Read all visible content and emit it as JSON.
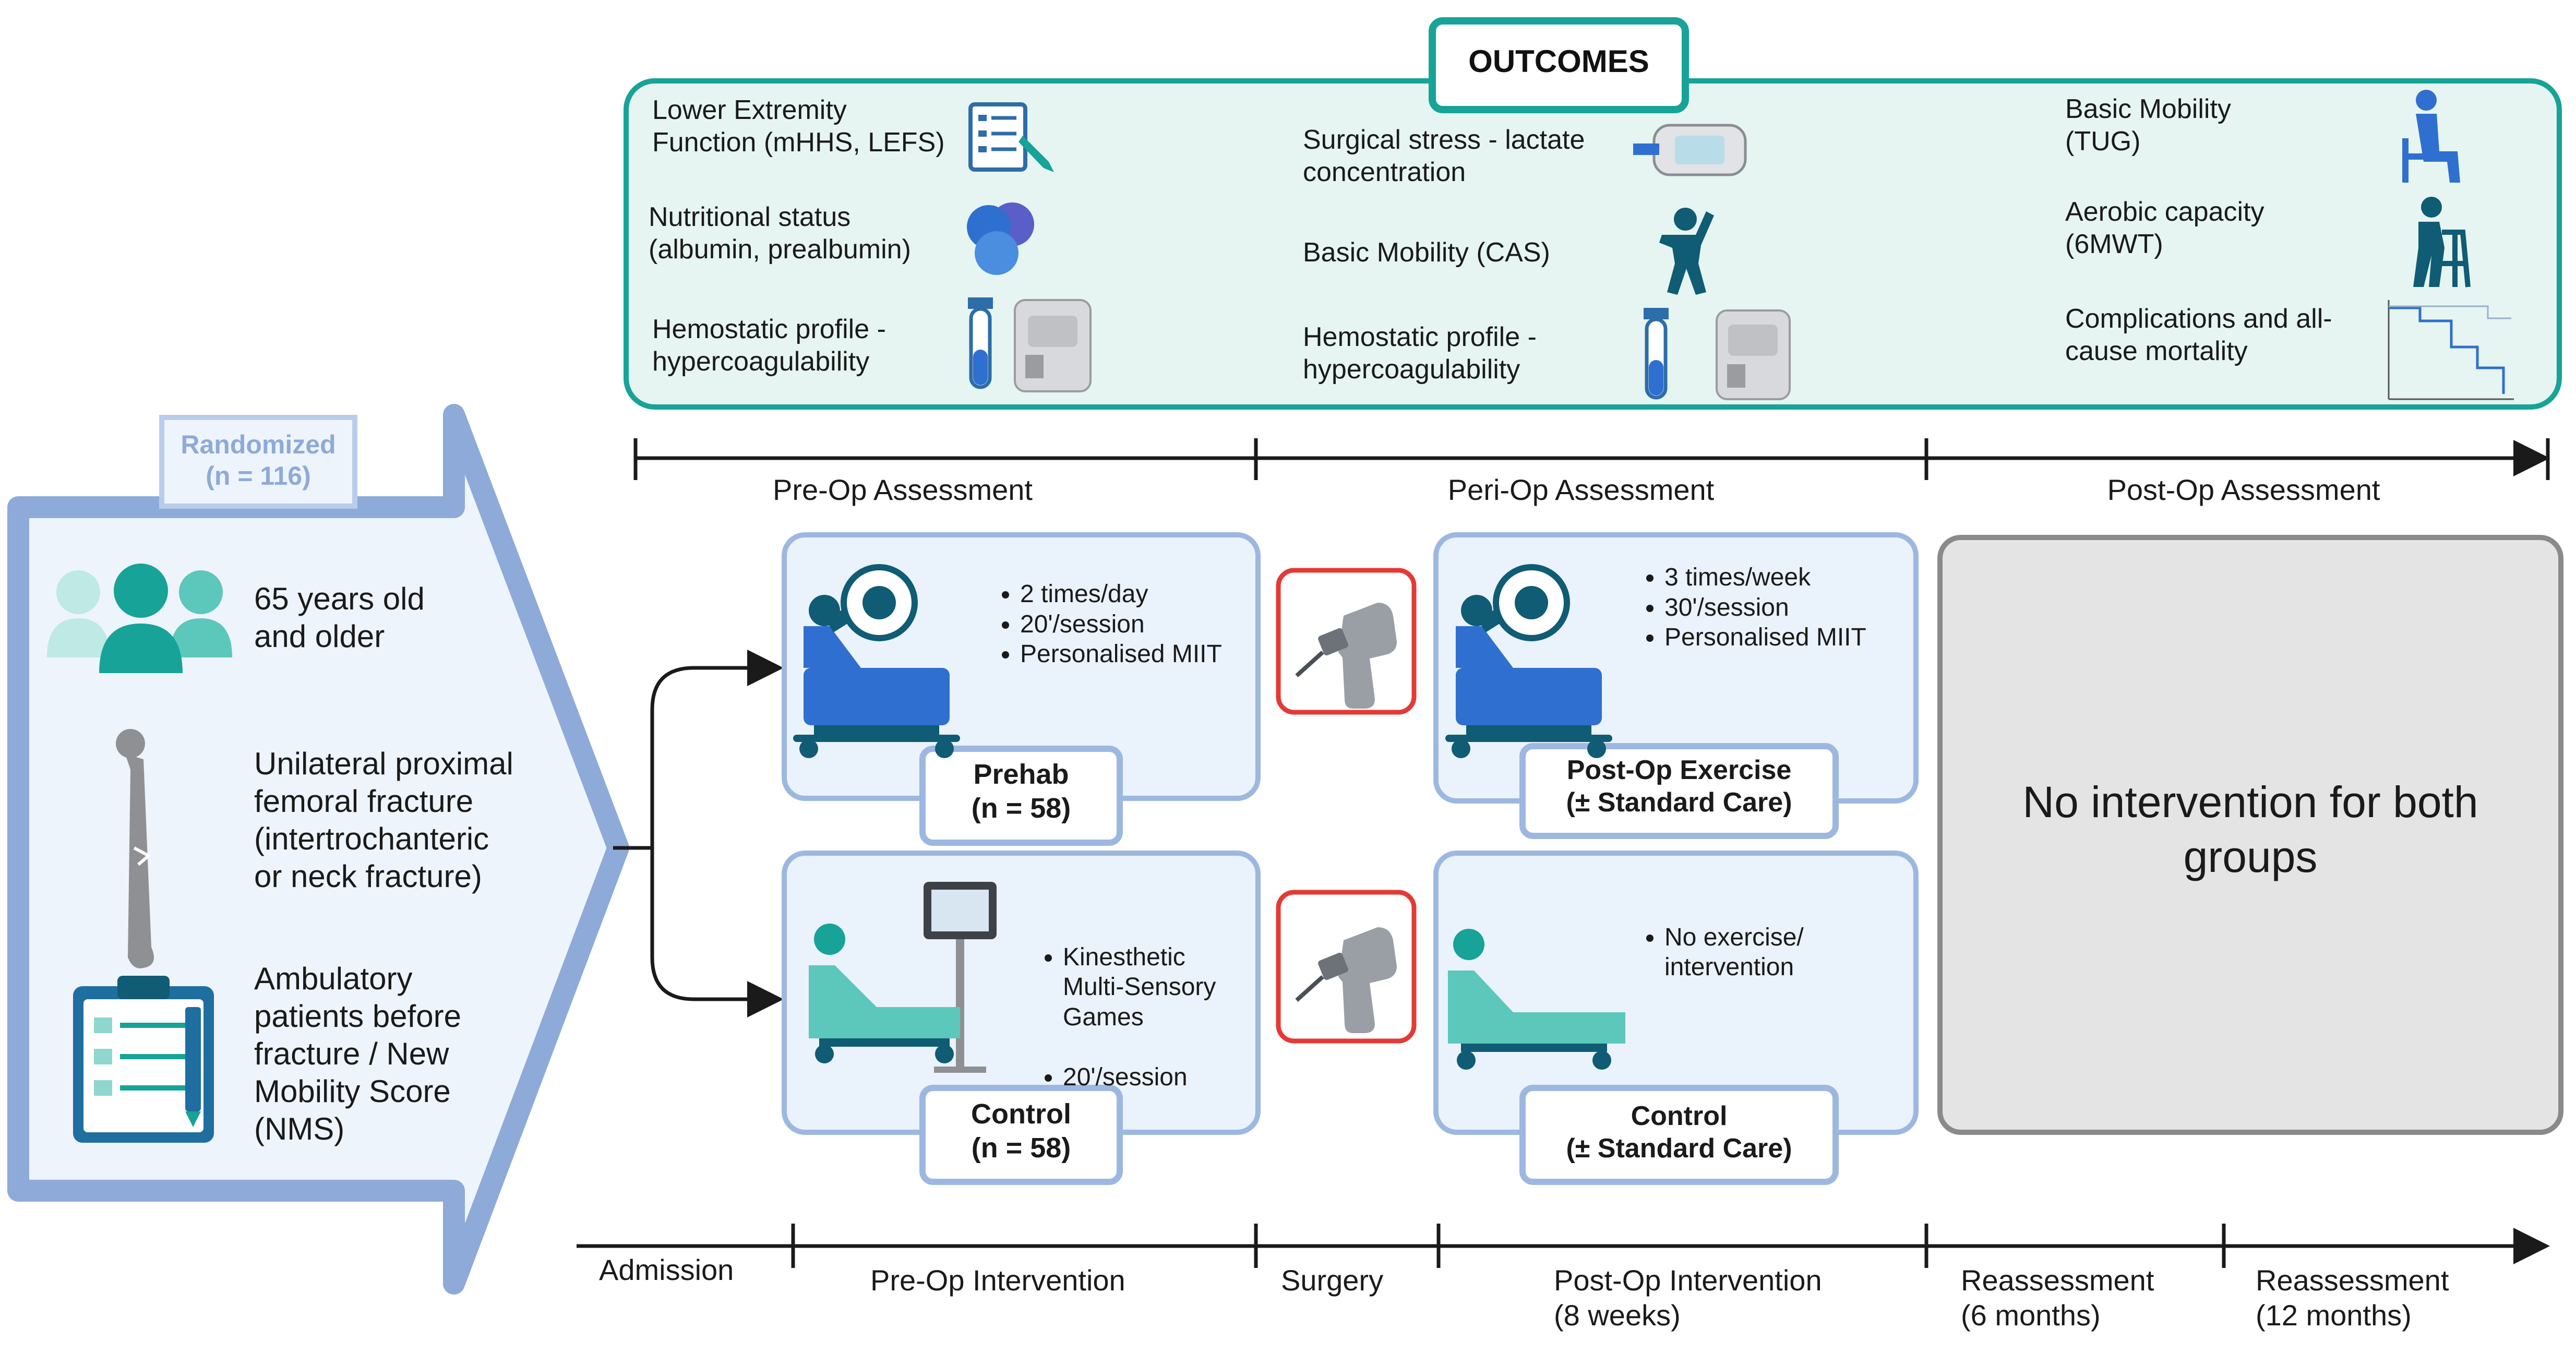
{
  "outcomes": {
    "title": "OUTCOMES",
    "col1": [
      {
        "label": "Lower Extremity\nFunction (mHHS, LEFS)",
        "icon": "questionnaire-icon"
      },
      {
        "label": "Nutritional status\n(albumin, prealbumin)",
        "icon": "blood-cells-icon"
      },
      {
        "label": "Hemostatic profile -\nhypercoagulability",
        "icon": "blood-tube-analyzer-icon"
      }
    ],
    "col2": [
      {
        "label": "Surgical stress - lactate\nconcentration",
        "icon": "lactate-meter-icon"
      },
      {
        "label": "Basic Mobility (CAS)",
        "icon": "person-raising-arm-icon"
      },
      {
        "label": "Hemostatic profile -\nhypercoagulability",
        "icon": "blood-tube-analyzer-icon"
      }
    ],
    "col3": [
      {
        "label": "Basic Mobility\n(TUG)",
        "icon": "person-sitting-icon"
      },
      {
        "label": "Aerobic capacity\n(6MWT)",
        "icon": "person-walker-icon"
      },
      {
        "label": "Complications and all-\ncause mortality",
        "icon": "survival-curve-icon"
      }
    ]
  },
  "assessments": [
    "Pre-Op Assessment",
    "Peri-Op Assessment",
    "Post-Op Assessment"
  ],
  "randomized": {
    "label": "Randomized\n(n = 116)"
  },
  "criteria": [
    {
      "text": "65 years old\nand older",
      "icon": "group-of-people-icon"
    },
    {
      "text": "Unilateral proximal\nfemoral fracture\n(intertrochanteric\nor neck fracture)",
      "icon": "femur-bone-icon"
    },
    {
      "text": "Ambulatory\npatients before\nfracture / New\nMobility Score\n(NMS)",
      "icon": "clipboard-checklist-icon"
    }
  ],
  "groups": {
    "prehab": {
      "bullets": [
        "2 times/day",
        "20'/session",
        "Personalised MIIT"
      ],
      "label": "Prehab\n(n = 58)"
    },
    "control_pre": {
      "bullets": [
        "Kinesthetic\nMulti-Sensory\nGames",
        "20'/session"
      ],
      "label": "Control\n(n = 58)"
    },
    "postop_exercise": {
      "bullets": [
        "3 times/week",
        "30'/session",
        "Personalised MIIT"
      ],
      "label": "Post-Op Exercise\n(± Standard Care)"
    },
    "control_post": {
      "bullets": [
        "No exercise/\nintervention"
      ],
      "label": "Control\n(± Standard Care)"
    }
  },
  "no_intervention": "No intervention for both\ngroups",
  "timeline": [
    "Admission",
    "Pre-Op Intervention",
    "Surgery",
    "Post-Op Intervention\n(8 weeks)",
    "Reassessment\n(6 months)",
    "Reassessment\n(12 months)"
  ],
  "colors": {
    "teal": "#17a398",
    "outcomes_fill": "#e6f5f1",
    "blue_arrow": "#8eaad8",
    "box_fill": "#eaf2fb",
    "box_border": "#9db8e0",
    "surgery_border": "#e53935",
    "grey_fill": "#e4e4e4"
  }
}
